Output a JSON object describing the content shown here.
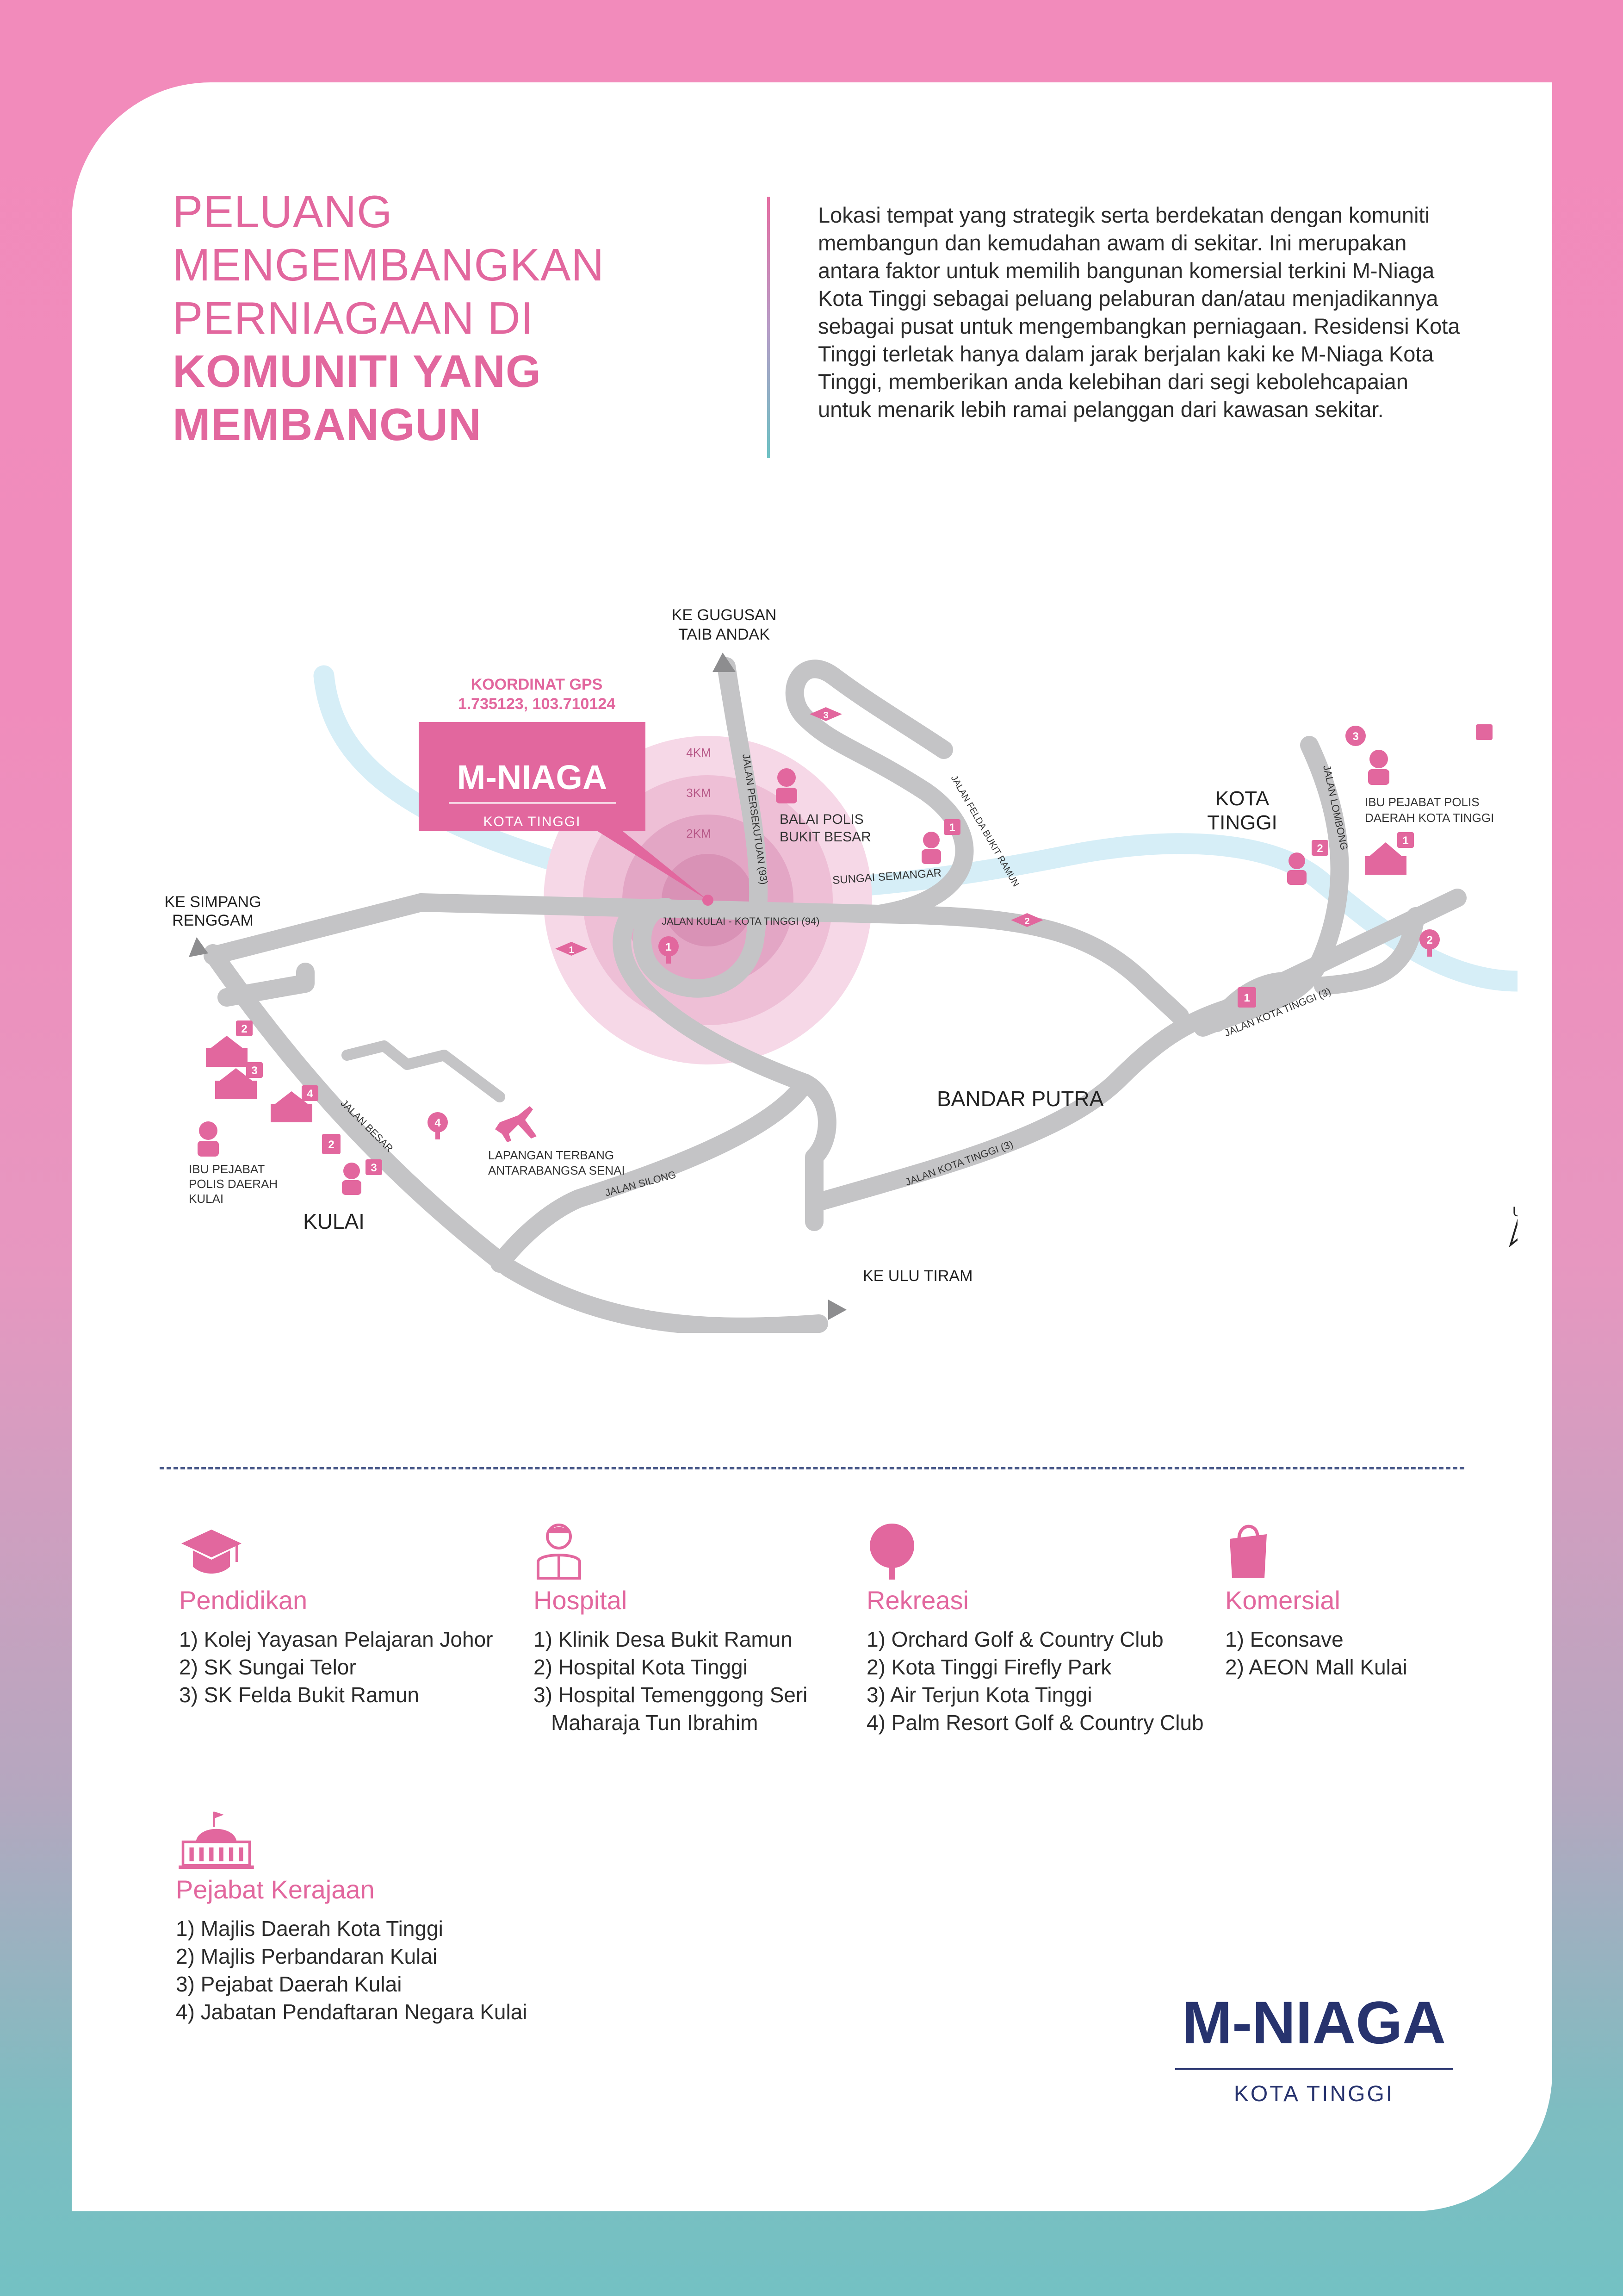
{
  "heading": {
    "line1": "PELUANG",
    "line2": "MENGEMBANGKAN",
    "line3": "PERNIAGAAN DI",
    "line4": "KOMUNITI YANG",
    "line5": "MEMBANGUN"
  },
  "intro_text": "Lokasi tempat yang strategik serta berdekatan dengan komuniti membangun dan kemudahan awam di sekitar. Ini merupakan antara faktor untuk memilih bangunan komersial terkini M-Niaga Kota Tinggi sebagai peluang pelaburan dan/atau menjadikannya sebagai pusat untuk mengembangkan perniagaan. Residensi Kota Tinggi terletak hanya dalam jarak berjalan kaki ke M-Niaga Kota Tinggi, memberikan anda kelebihan dari segi kebolehcapaian untuk menarik lebih ramai pelanggan dari kawasan sekitar.",
  "map": {
    "gps_label": "KOORDINAT GPS",
    "gps_value": "1.735123, 103.710124",
    "callout_brand": "M-NIAGA",
    "callout_sub": "KOTA TINGGI",
    "radius_4": "4KM",
    "radius_3": "3KM",
    "radius_2": "2KM",
    "ke_gugusan_1": "KE GUGUSAN",
    "ke_gugusan_2": "TAIB ANDAK",
    "ke_simpang_1": "KE SIMPANG",
    "ke_simpang_2": "RENGGAM",
    "ke_ulu_tiram": "KE ULU TIRAM",
    "kota_tinggi_1": "KOTA",
    "kota_tinggi_2": "TINGGI",
    "kulai": "KULAI",
    "bandar_putra": "BANDAR PUTRA",
    "balai_polis_1": "BALAI POLIS",
    "balai_polis_2": "BUKIT BESAR",
    "ibu_kt_1": "IBU PEJABAT POLIS",
    "ibu_kt_2": "DAERAH KOTA TINGGI",
    "ibu_kulai_1": "IBU PEJABAT",
    "ibu_kulai_2": "POLIS DAERAH",
    "ibu_kulai_3": "KULAI",
    "airport_1": "LAPANGAN TERBANG",
    "airport_2": "ANTARABANGSA SENAI",
    "sungai": "SUNGAI SEMANGAR",
    "jalan_kulai": "JALAN KULAI - KOTA TINGGI (94)",
    "jalan_persekutuan": "JALAN PERSEKUTUAN (93)",
    "jalan_felda": "JALAN FELDA BUKIT RAMUN",
    "jalan_lombong": "JALAN LOMBONG",
    "jalan_kt3_a": "JALAN KOTA TINGGI (3)",
    "jalan_kt3_b": "JALAN KOTA TINGGI (3)",
    "jalan_besar": "JALAN BESAR",
    "jalan_silong": "JALAN SILONG",
    "north": "U",
    "marker_1": "1",
    "marker_2": "2",
    "marker_3": "3",
    "marker_4": "4"
  },
  "categories": {
    "pendidikan": {
      "title": "Pendidikan",
      "items": [
        "1) Kolej Yayasan Pelajaran Johor",
        "2) SK Sungai Telor",
        "3) SK Felda Bukit Ramun"
      ]
    },
    "hospital": {
      "title": "Hospital",
      "items": [
        "1) Klinik Desa Bukit Ramun",
        "2) Hospital Kota Tinggi",
        "3) Hospital Temenggong Seri"
      ],
      "item3_cont": "Maharaja Tun Ibrahim"
    },
    "rekreasi": {
      "title": "Rekreasi",
      "items": [
        "1) Orchard Golf & Country Club",
        "2) Kota Tinggi Firefly Park",
        "3) Air Terjun Kota Tinggi",
        "4) Palm Resort Golf & Country Club"
      ]
    },
    "komersial": {
      "title": "Komersial",
      "items": [
        "1) Econsave",
        "2) AEON Mall Kulai"
      ]
    },
    "pejabat": {
      "title": "Pejabat Kerajaan",
      "items": [
        "1) Majlis Daerah Kota Tinggi",
        "2) Majlis Perbandaran Kulai",
        "3) Pejabat Daerah Kulai",
        "4) Jabatan Pendaftaran Negara Kulai"
      ]
    }
  },
  "logo": {
    "brand": "M-NIAGA",
    "sub": "KOTA TINGGI"
  },
  "colors": {
    "pink": "#e2679e",
    "navy": "#27336e",
    "road": "#c4c4c6",
    "river": "#d6eef7"
  }
}
